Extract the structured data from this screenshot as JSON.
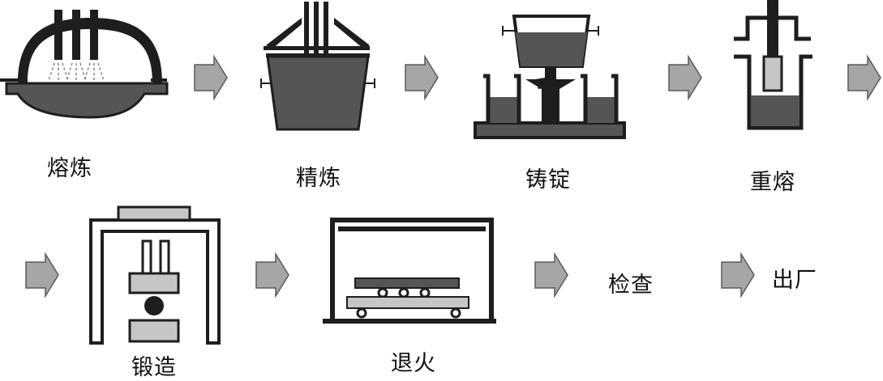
{
  "diagram": {
    "steps": [
      {
        "id": "melting",
        "label": "熔炼"
      },
      {
        "id": "refining",
        "label": "精炼"
      },
      {
        "id": "ingot-casting",
        "label": "铸锭"
      },
      {
        "id": "remelting",
        "label": "重熔"
      },
      {
        "id": "forging",
        "label": "锻造"
      },
      {
        "id": "annealing",
        "label": "退火"
      },
      {
        "id": "inspection",
        "label": "检查"
      },
      {
        "id": "shipment",
        "label": "出厂"
      }
    ],
    "colors": {
      "stroke": "#1e1e1e",
      "molten": "#555555",
      "gray": "#7a7a7a",
      "light": "#c6c6c6",
      "arrow_fill": "#a6a6a6",
      "arrow_stroke": "#5a5a5a"
    }
  }
}
